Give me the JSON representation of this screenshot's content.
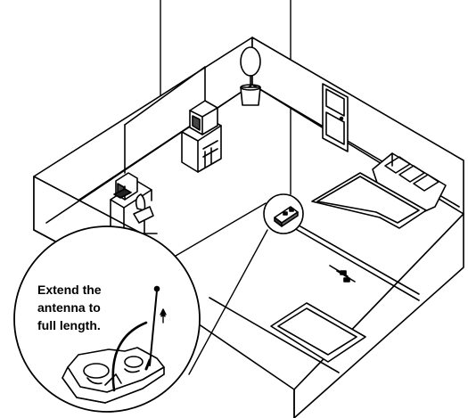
{
  "callout": {
    "lines": [
      "Extend the",
      "antenna to",
      "full length."
    ]
  },
  "colors": {
    "ink": "#000000",
    "paper": "#ffffff",
    "shade": "#555555"
  },
  "icons": [
    "base-unit-icon",
    "handset-icon",
    "antenna-icon",
    "computer-icon",
    "television-icon",
    "potted-plant-icon",
    "sofa-icon",
    "door-icon",
    "office-chair-icon"
  ]
}
